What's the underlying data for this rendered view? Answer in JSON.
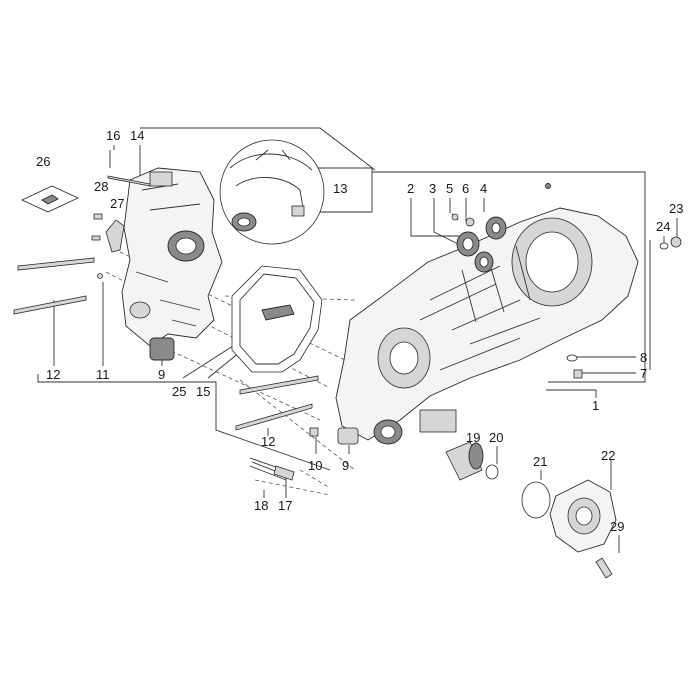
{
  "labels": [
    "16",
    "14",
    "26",
    "28",
    "27",
    "13",
    "2",
    "3",
    "5",
    "6",
    "4",
    "23",
    "24",
    "12",
    "11",
    "9",
    "25",
    "15",
    "8",
    "7",
    "1",
    "12",
    "10",
    "9",
    "19",
    "20",
    "21",
    "22",
    "18",
    "17",
    "29"
  ],
  "colors": {
    "line": "#333333",
    "part_fill": "#f4f4f4",
    "part_dark": "#8a8a8a"
  }
}
